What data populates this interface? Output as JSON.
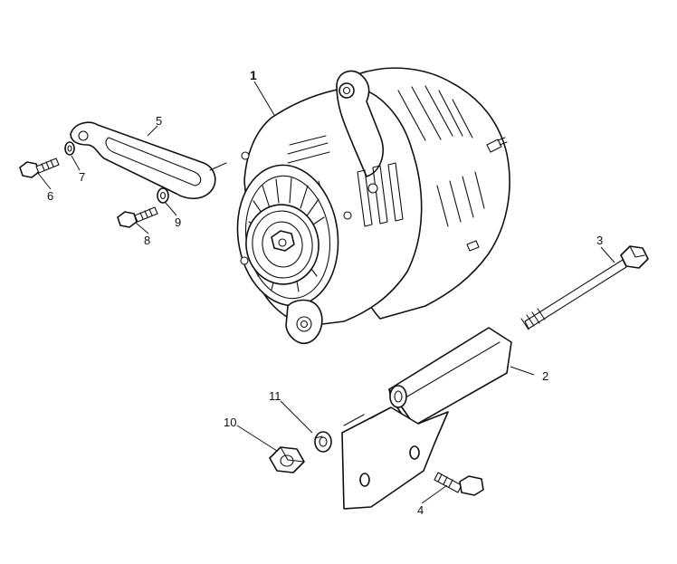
{
  "callouts": {
    "c1": "1",
    "c2": "2",
    "c3": "3",
    "c4": "4",
    "c5": "5",
    "c6": "6",
    "c7": "7",
    "c8": "8",
    "c9": "9",
    "c10": "10",
    "c11": "11"
  },
  "parts": [
    {
      "ref": "1",
      "icon": "alternator"
    },
    {
      "ref": "2",
      "icon": "mounting-bracket"
    },
    {
      "ref": "3",
      "icon": "long-bolt"
    },
    {
      "ref": "4",
      "icon": "hex-bolt"
    },
    {
      "ref": "5",
      "icon": "adjusting-strap"
    },
    {
      "ref": "6",
      "icon": "hex-bolt"
    },
    {
      "ref": "7",
      "icon": "washer"
    },
    {
      "ref": "8",
      "icon": "hex-bolt"
    },
    {
      "ref": "9",
      "icon": "washer"
    },
    {
      "ref": "10",
      "icon": "hex-nut"
    },
    {
      "ref": "11",
      "icon": "spring-washer"
    }
  ]
}
